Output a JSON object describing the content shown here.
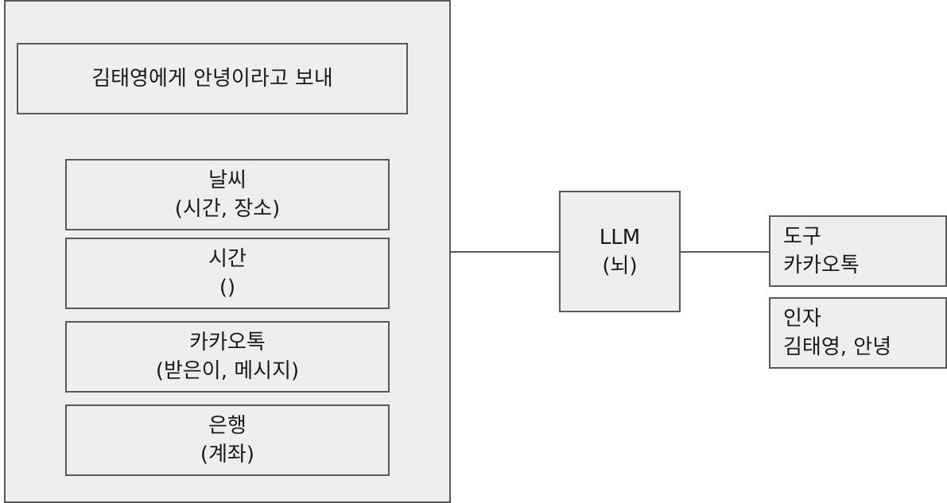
{
  "prompt_box": {
    "text": "김태영에게 안녕이라고 보내"
  },
  "tools": [
    {
      "name": "날씨",
      "args": "(시간, 장소)"
    },
    {
      "name": "시간",
      "args": "()"
    },
    {
      "name": "카카오톡",
      "args": "(받은이, 메시지)"
    },
    {
      "name": "은행",
      "args": "(계좌)"
    }
  ],
  "llm": {
    "name": "LLM",
    "sub": "(뇌)"
  },
  "tool_call": {
    "label": "도구",
    "value": "카카오톡"
  },
  "arguments": {
    "label": "인자",
    "value": "김태영, 안녕"
  }
}
